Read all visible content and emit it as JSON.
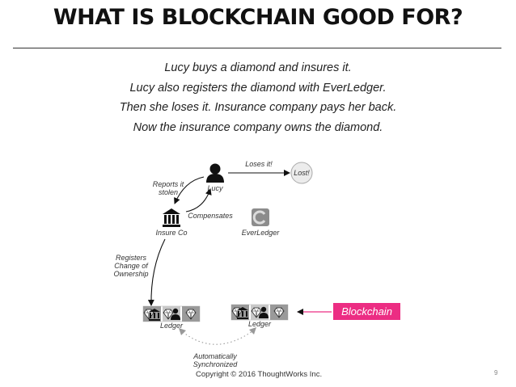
{
  "title": "WHAT IS BLOCKCHAIN GOOD FOR?",
  "intro_lines": [
    "Lucy buys a diamond and insures it.",
    "Lucy also registers the diamond with EverLedger.",
    "Then she loses it. Insurance company pays her back.",
    "Now the insurance company owns the diamond."
  ],
  "diagram": {
    "nodes": {
      "lucy": "Lucy",
      "insure_co": "Insure Co",
      "everledger": "EverLedger",
      "lost": "Lost!",
      "ledger_left": "Ledger",
      "ledger_right": "Ledger"
    },
    "edges": {
      "reports_it_stolen": [
        "Reports it",
        "stolen"
      ],
      "loses_it": "Loses it!",
      "compensates": "Compensates",
      "registers_change": [
        "Registers",
        "Change of",
        "Ownership"
      ],
      "auto_sync": [
        "Automatically",
        "Synchronized"
      ]
    },
    "blockchain_label": "Blockchain",
    "colors": {
      "accent": "#ec2d83",
      "ink": "#111111"
    },
    "icons": [
      "person-icon",
      "bank-icon",
      "everledger-logo-icon",
      "diamond-icon"
    ]
  },
  "footer": {
    "copyright": "Copyright © 2016 ThoughtWorks Inc.",
    "page_number": "9"
  }
}
